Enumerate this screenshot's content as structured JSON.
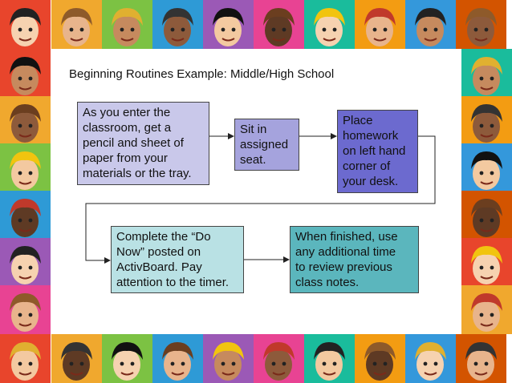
{
  "title": "Beginning Routines Example: Middle/High School",
  "steps": [
    {
      "lines": [
        "As you enter the",
        "classroom, get a",
        "pencil and sheet of",
        "paper from your",
        "materials or the tray."
      ]
    },
    {
      "lines": [
        "Sit in",
        "assigned",
        "seat."
      ]
    },
    {
      "lines": [
        "Place",
        "homework",
        "on left hand",
        "corner of",
        "your desk."
      ]
    },
    {
      "lines": [
        "Complete the  “Do",
        "Now” posted on",
        "ActivBoard.  Pay",
        "attention to the timer."
      ]
    },
    {
      "lines": [
        "When finished, use",
        "any additional time",
        "to review previous",
        "class notes."
      ]
    }
  ],
  "colors": {
    "step1": "#c9c8ea",
    "step2": "#a5a3dd",
    "step3": "#6c6acf",
    "step4": "#b9e1e4",
    "step5": "#5bb6bd",
    "border_tiles": [
      "#e8452c",
      "#f0a82e",
      "#7cc243",
      "#2e9ad6",
      "#9b59b6",
      "#e84393",
      "#1abc9c",
      "#f39c12",
      "#3498db",
      "#d35400"
    ]
  },
  "border_decoration": "cartoon-face-tiles"
}
